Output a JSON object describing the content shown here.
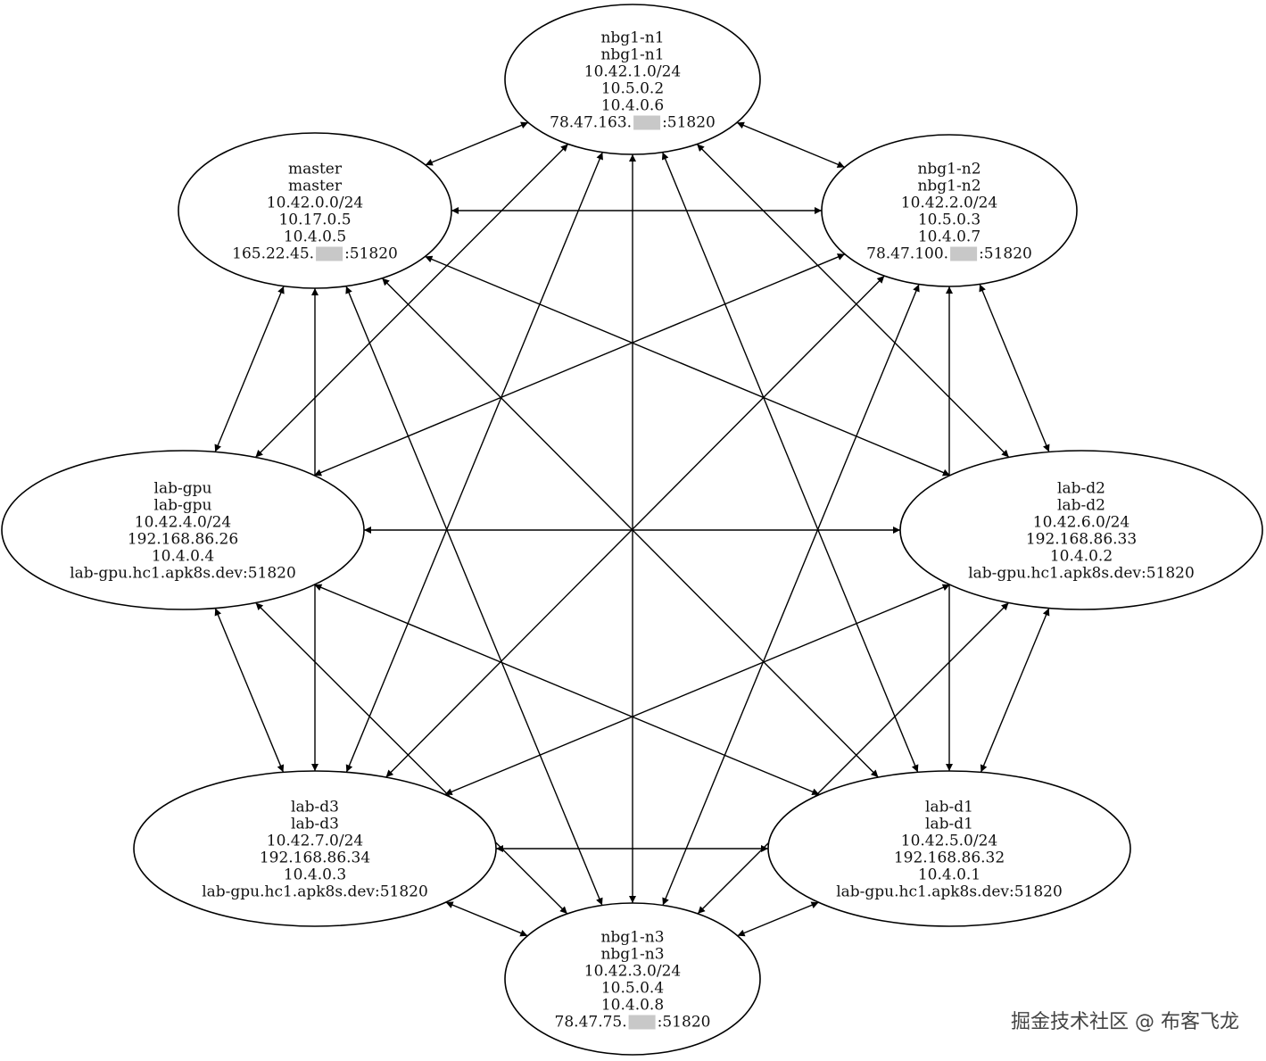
{
  "colors": {
    "stroke": "#000000",
    "text": "#111111",
    "redaction": "#c8c8c8"
  },
  "nodes": [
    {
      "id": "nbg1-n1",
      "lines": [
        "nbg1-n1",
        "nbg1-n1",
        "10.42.1.0/24",
        "10.5.0.2",
        "10.4.0.6"
      ],
      "endpoint": {
        "prefix": "78.47.163.",
        "suffix": ":51820",
        "redacted": true
      }
    },
    {
      "id": "nbg1-n2",
      "lines": [
        "nbg1-n2",
        "nbg1-n2",
        "10.42.2.0/24",
        "10.5.0.3",
        "10.4.0.7"
      ],
      "endpoint": {
        "prefix": "78.47.100.",
        "suffix": ":51820",
        "redacted": true
      }
    },
    {
      "id": "lab-d2",
      "lines": [
        "lab-d2",
        "lab-d2",
        "10.42.6.0/24",
        "192.168.86.33",
        "10.4.0.2"
      ],
      "endpoint": {
        "prefix": "lab-gpu.hc1.apk8s.dev:51820",
        "suffix": "",
        "redacted": false
      }
    },
    {
      "id": "lab-d1",
      "lines": [
        "lab-d1",
        "lab-d1",
        "10.42.5.0/24",
        "192.168.86.32",
        "10.4.0.1"
      ],
      "endpoint": {
        "prefix": "lab-gpu.hc1.apk8s.dev:51820",
        "suffix": "",
        "redacted": false
      }
    },
    {
      "id": "nbg1-n3",
      "lines": [
        "nbg1-n3",
        "nbg1-n3",
        "10.42.3.0/24",
        "10.5.0.4",
        "10.4.0.8"
      ],
      "endpoint": {
        "prefix": "78.47.75.",
        "suffix": ":51820",
        "redacted": true
      }
    },
    {
      "id": "lab-d3",
      "lines": [
        "lab-d3",
        "lab-d3",
        "10.42.7.0/24",
        "192.168.86.34",
        "10.4.0.3"
      ],
      "endpoint": {
        "prefix": "lab-gpu.hc1.apk8s.dev:51820",
        "suffix": "",
        "redacted": false
      }
    },
    {
      "id": "lab-gpu",
      "lines": [
        "lab-gpu",
        "lab-gpu",
        "10.42.4.0/24",
        "192.168.86.26",
        "10.4.0.4"
      ],
      "endpoint": {
        "prefix": "lab-gpu.hc1.apk8s.dev:51820",
        "suffix": "",
        "redacted": false
      }
    },
    {
      "id": "master",
      "lines": [
        "master",
        "master",
        "10.42.0.0/24",
        "10.17.0.5",
        "10.4.0.5"
      ],
      "endpoint": {
        "prefix": "165.22.45.",
        "suffix": ":51820",
        "redacted": true
      }
    }
  ],
  "edges": "full-mesh-bidirectional",
  "watermark": "掘金技术社区 @ 布客飞龙"
}
